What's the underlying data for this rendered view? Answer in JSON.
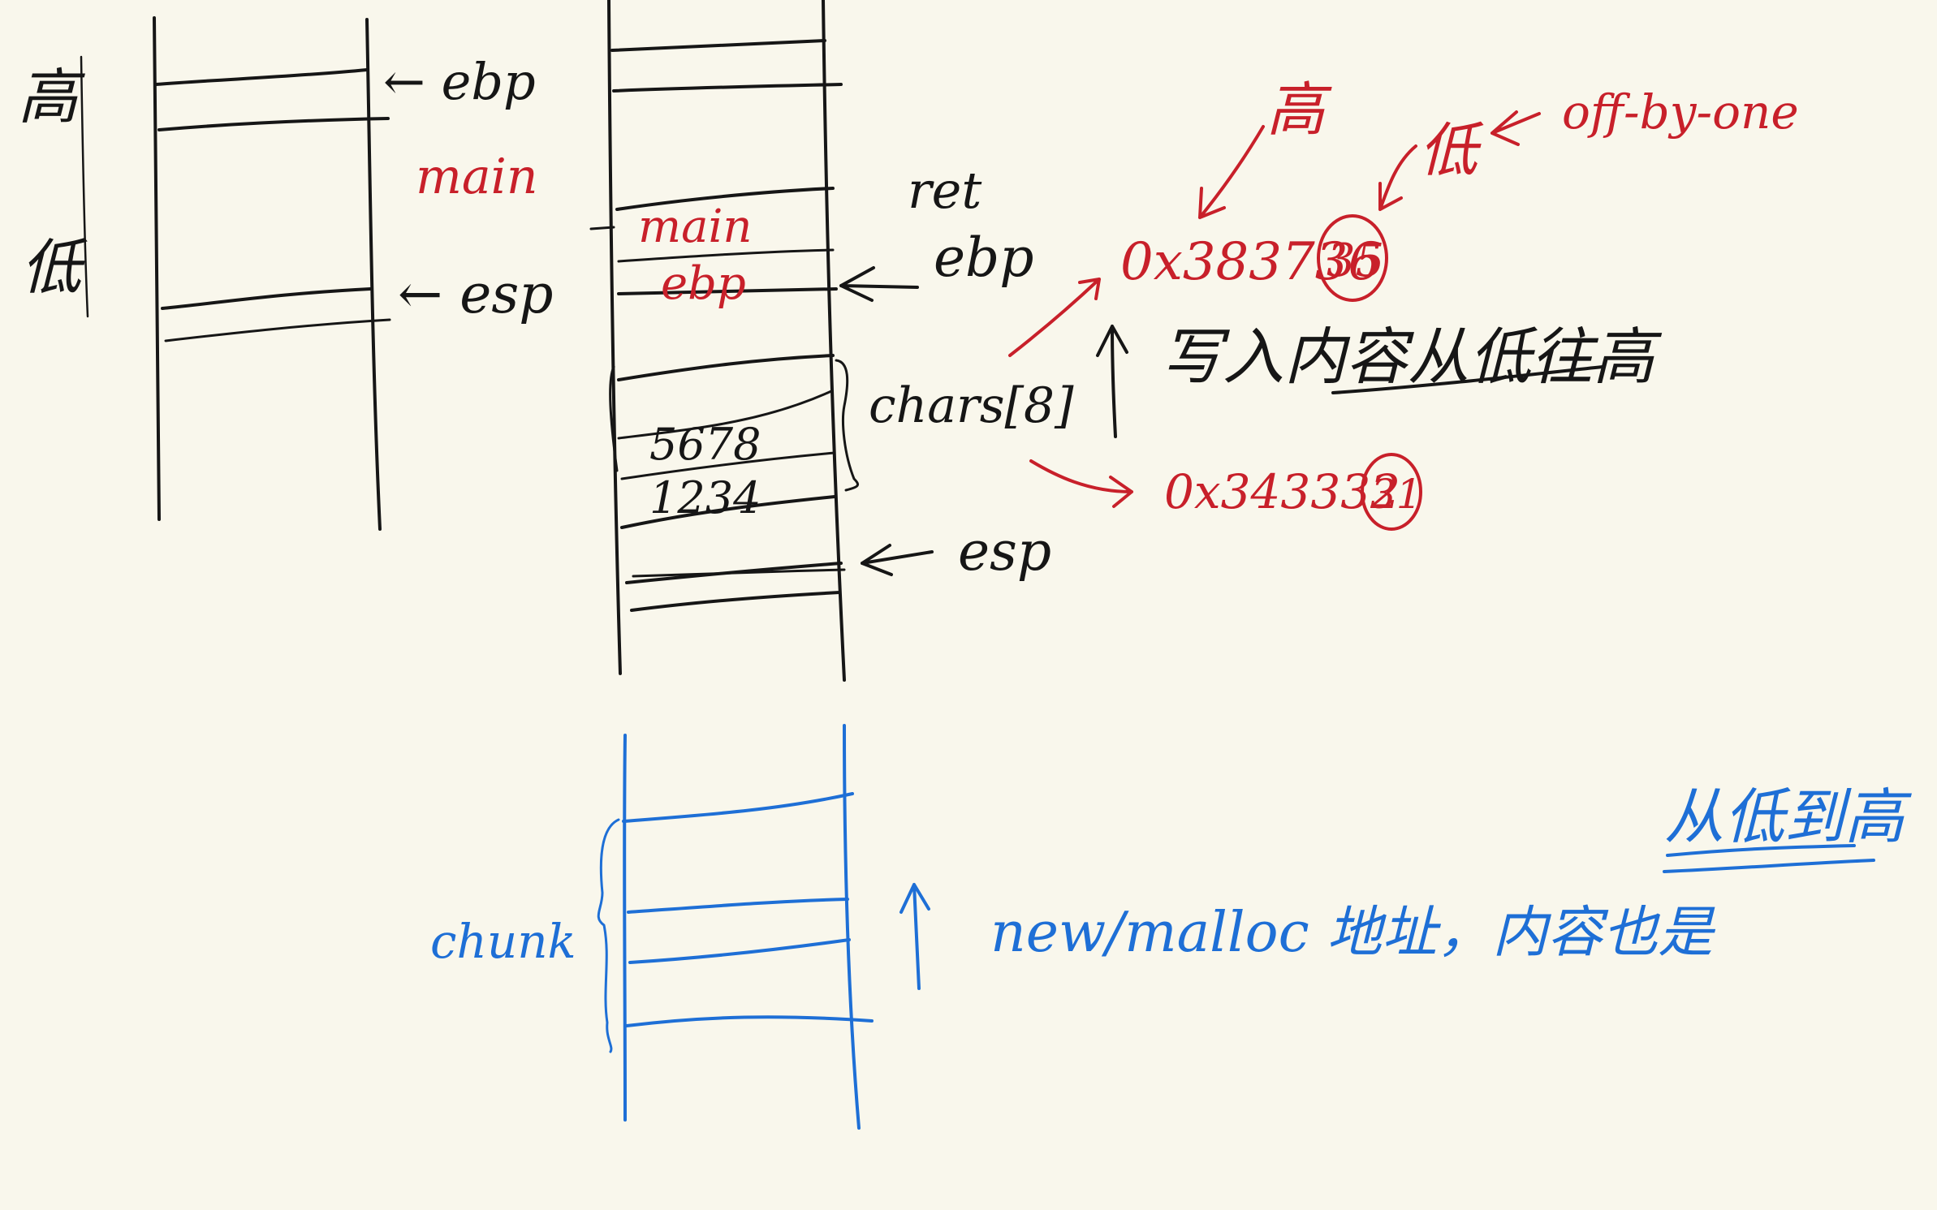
{
  "colors": {
    "background": "#f9f7ec",
    "ink_black": "#161616",
    "ink_red": "#c8202a",
    "ink_blue": "#1e6fd6"
  },
  "left_stack": {
    "side_label_high": "高",
    "side_label_low": "低",
    "ebp_label": "← ebp",
    "frame_label": "main",
    "esp_label": "← esp"
  },
  "middle_stack": {
    "ret_label": "ret",
    "slot_main": "main",
    "slot_ebp": "ebp",
    "ebp_label": "ebp",
    "buffer_label": "chars[8]",
    "cell_upper": "5678",
    "cell_lower": "1234",
    "esp_label": "esp"
  },
  "annotations": {
    "high_marker": "高",
    "low_marker": "低",
    "offbyone_label": "off-by-one",
    "addr_top_prefix": "0x383736",
    "addr_top_circled": "35",
    "write_direction": "写入内容从低往高",
    "addr_bottom_prefix": "0x343332",
    "addr_bottom_circled": "31"
  },
  "heap": {
    "chunk_label": "chunk",
    "note_prefix": "new/malloc 地址，内容也是",
    "note_emphasis": "从低到高"
  }
}
